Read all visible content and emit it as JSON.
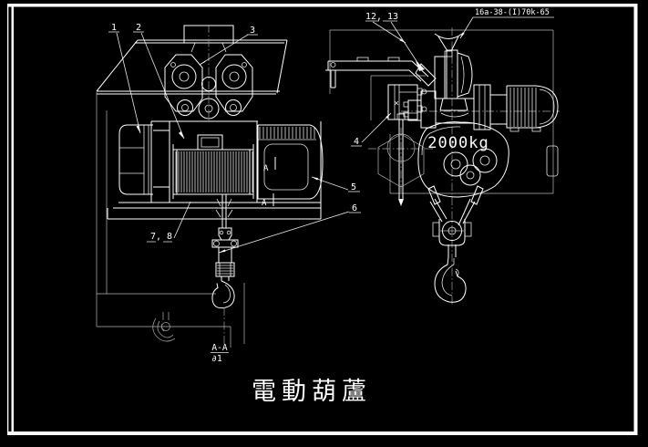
{
  "colors": {
    "background": "#000000",
    "line": "#ffffff",
    "dim_line": "#999999",
    "frame": "#ffffff"
  },
  "title": {
    "text": "電動葫蘆"
  },
  "left_view": {
    "callout_1": "1",
    "callout_2": "2",
    "callout_3": "3",
    "callout_5": "5",
    "callout_6": "6",
    "callout_7_8": "7, 8",
    "section_mark_upper": "A",
    "section_mark_lower": "A",
    "section_label": "A-A",
    "section_scale": "∂1"
  },
  "right_view": {
    "callout_4": "4",
    "callout_12_13": "12, 13",
    "beam_spec": "16a-38-(I)70k-65",
    "capacity": "2000kg"
  }
}
